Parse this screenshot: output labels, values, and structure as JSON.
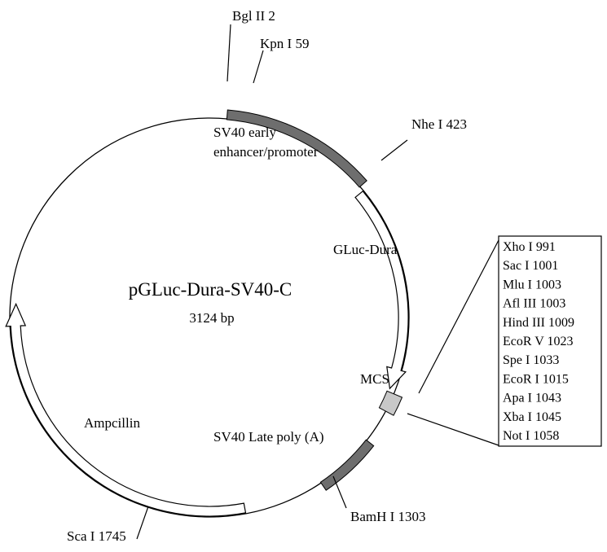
{
  "plasmid": {
    "name": "pGLuc-Dura-SV40-C",
    "size": "3124 bp"
  },
  "sites": {
    "bgl2": "Bgl II 2",
    "kpn1": "Kpn I 59",
    "nhe1": "Nhe I 423",
    "bamh1": "BamH I 1303",
    "sca1": "Sca I 1745"
  },
  "features": {
    "sv40_early_line1": "SV40 early",
    "sv40_early_line2": "enhancer/promoter",
    "gluc": "GLuc-Dura",
    "mcs": "MCS",
    "sv40_late": "SV40 Late poly (A)",
    "ampicillin": "Ampcillin"
  },
  "mcs_sites": [
    "Xho I 991",
    "Sac I 1001",
    "Mlu I 1003",
    "Afl III 1003",
    "Hind III 1009",
    "EcoR V 1023",
    "Spe I 1033",
    "EcoR I 1015",
    "Apa I 1043",
    "Xba I 1045",
    "Not I 1058"
  ],
  "colors": {
    "promoter": "#6e6e6e",
    "polyA": "#6e6e6e",
    "mcs_box": "#c8c8c8",
    "gene_fill": "#ffffff",
    "line": "#000000"
  }
}
